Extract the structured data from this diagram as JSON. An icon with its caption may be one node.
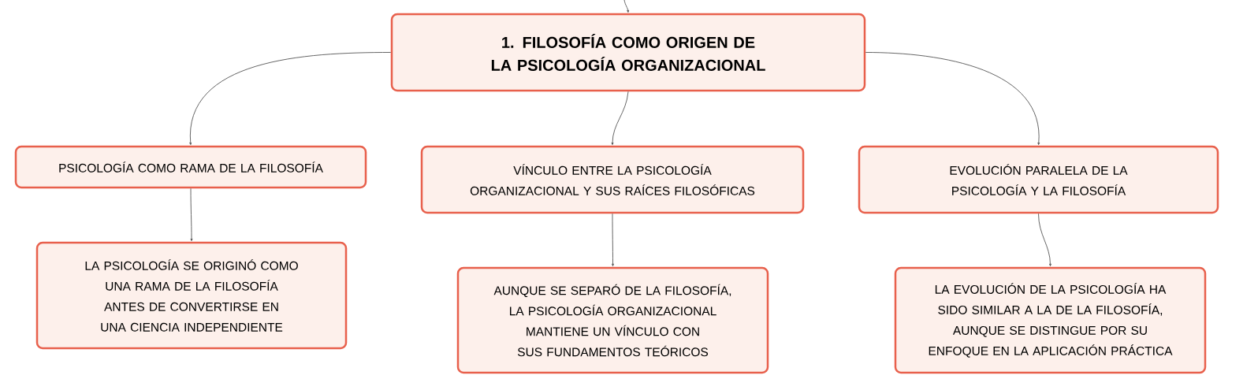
{
  "diagram": {
    "nodes": [
      {
        "text": [
          "1. FILOSOFÍA COMO ORIGEN DE LA PSICOLOGÍA ORGANIZACIONAL"
        ]
      },
      {
        "text": [
          "PSICOLOGÍA COMO RAMA DE LA FILOSOFÍA"
        ]
      },
      {
        "text": [
          "VÍNCULO ENTRE LA PSICOLOGÍA ORGANIZACIONAL Y SUS RAÍCES FILOSÓFICAS"
        ]
      },
      {
        "text": [
          "EVOLUCIÓN PARALELA DE LA PSICOLOGÍA Y LA FILOSOFÍA"
        ]
      },
      {
        "text": [
          "LA PSICOLOGÍA SE ORIGINÓ COMO UNA RAMA DE LA FILOSOFÍA ANTES DE CONVERTIRSE EN UNA CIENCIA INDEPENDIENTE"
        ]
      },
      {
        "text": [
          "AUNQUE SE SEPARÓ DE LA FILOSOFÍA, LA PSICOLOGÍA ORGANIZACIONAL MANTIENE UN VÍNCULO CON SUS FUNDAMENTOS TEÓRICOS"
        ]
      },
      {
        "text": [
          "LA EVOLUCIÓN DE LA PSICOLOGÍA HA SIDO SIMILAR A LA DE LA FILOSOFÍA, AUNQUE SE DISTINGUE POR SU ENFOQUE EN LA APLICACIÓN PRÁCTICA"
        ]
      }
    ],
    "edges": [
      {
        "from": null,
        "to": 0,
        "arrow": "to"
      },
      {
        "from": 0,
        "to": 1,
        "arrow": "to"
      },
      {
        "from": 0,
        "to": 2,
        "arrow": "to"
      },
      {
        "from": 0,
        "to": 3,
        "arrow": "to"
      },
      {
        "from": 1,
        "to": 4,
        "arrow": "to"
      },
      {
        "from": 2,
        "to": 5,
        "arrow": "to"
      },
      {
        "from": 3,
        "to": 6,
        "arrow": "to"
      }
    ]
  }
}
